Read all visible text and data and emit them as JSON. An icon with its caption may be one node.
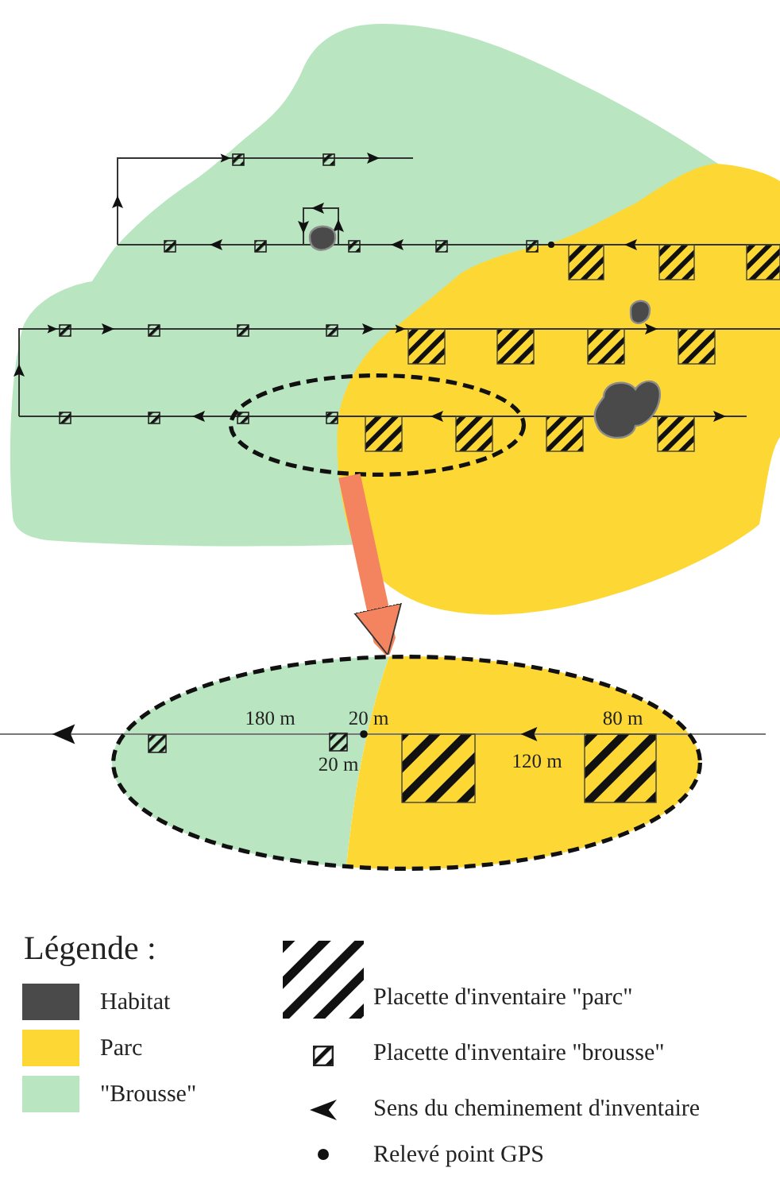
{
  "diagram": {
    "nodes": [
      {
        "text": [],
        "shape": "ellipse"
      },
      {
        "text": [],
        "shape": "ellipse"
      }
    ],
    "edges": [
      {
        "from": 0,
        "to": 1,
        "arrow": "to",
        "color": "#f4845f"
      }
    ],
    "labels": [
      "180 m",
      "20 m",
      "80 m",
      "20 m",
      "120 m",
      "Légende :"
    ],
    "legend": [
      {
        "text": "Habitat",
        "color": "#4a4a4a"
      },
      {
        "text": "Parc",
        "color": "#fdd835"
      },
      {
        "text": "\"Brousse\"",
        "color": "#b9e6c0"
      },
      {
        "text": "Placette d'inventaire \"parc\""
      },
      {
        "text": "Placette d'inventaire \"brousse\""
      },
      {
        "text": "Sens du cheminement d'inventaire"
      },
      {
        "text": "Relevé point GPS"
      }
    ]
  }
}
